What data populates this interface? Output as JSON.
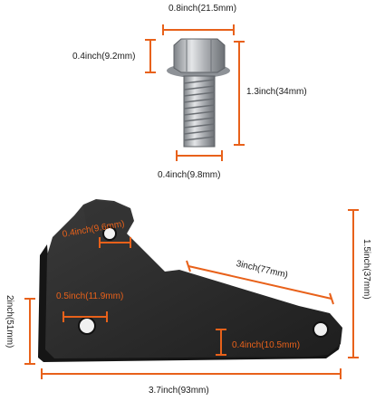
{
  "colors": {
    "accent_line": "#e8611a",
    "label_dark": "#1a1a1a",
    "metal_dark": "#2a2a2a",
    "bolt_silver": "#b9bcc0"
  },
  "bolt": {
    "head_width_label": "0.8inch(21.5mm)",
    "head_height_label": "0.4inch(9.2mm)",
    "length_label": "1.3inch(34mm)",
    "shank_diameter_label": "0.4inch(9.8mm)"
  },
  "bracket": {
    "top_hole_label": "0.4inch(9.6mm)",
    "slope_length_label": "3inch(77mm)",
    "height_right_label": "1.5inch(37mm)",
    "height_left_label": "2inch(51mm)",
    "bottom_hole_label": "0.5inch(11.9mm)",
    "thickness_label": "0.4inch(10.5mm)",
    "total_width_label": "3.7inch(93mm)"
  }
}
